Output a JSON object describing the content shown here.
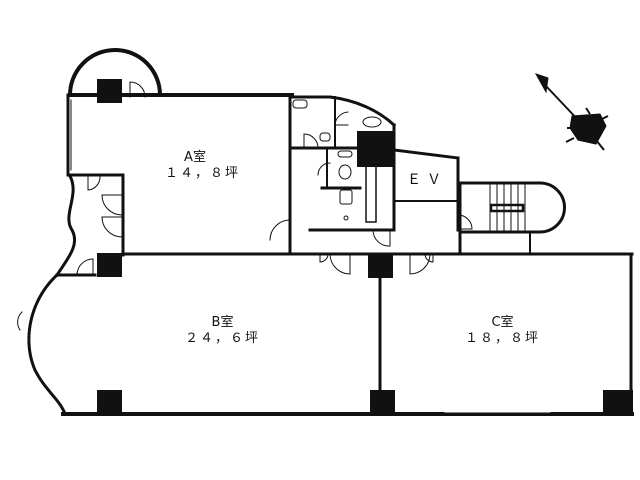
{
  "floor_plan": {
    "rooms": [
      {
        "id": "A",
        "name": "A室",
        "area": "１４，８坪"
      },
      {
        "id": "B",
        "name": "B室",
        "area": "２４，６坪"
      },
      {
        "id": "C",
        "name": "C室",
        "area": "１８，８坪"
      }
    ],
    "elevator": {
      "label": "ＥＶ"
    },
    "compass": {
      "icon": "north-arrow-icon",
      "direction": "north-west"
    },
    "colors": {
      "wall": "#111111",
      "background": "#ffffff",
      "pillar": "#111111"
    }
  }
}
